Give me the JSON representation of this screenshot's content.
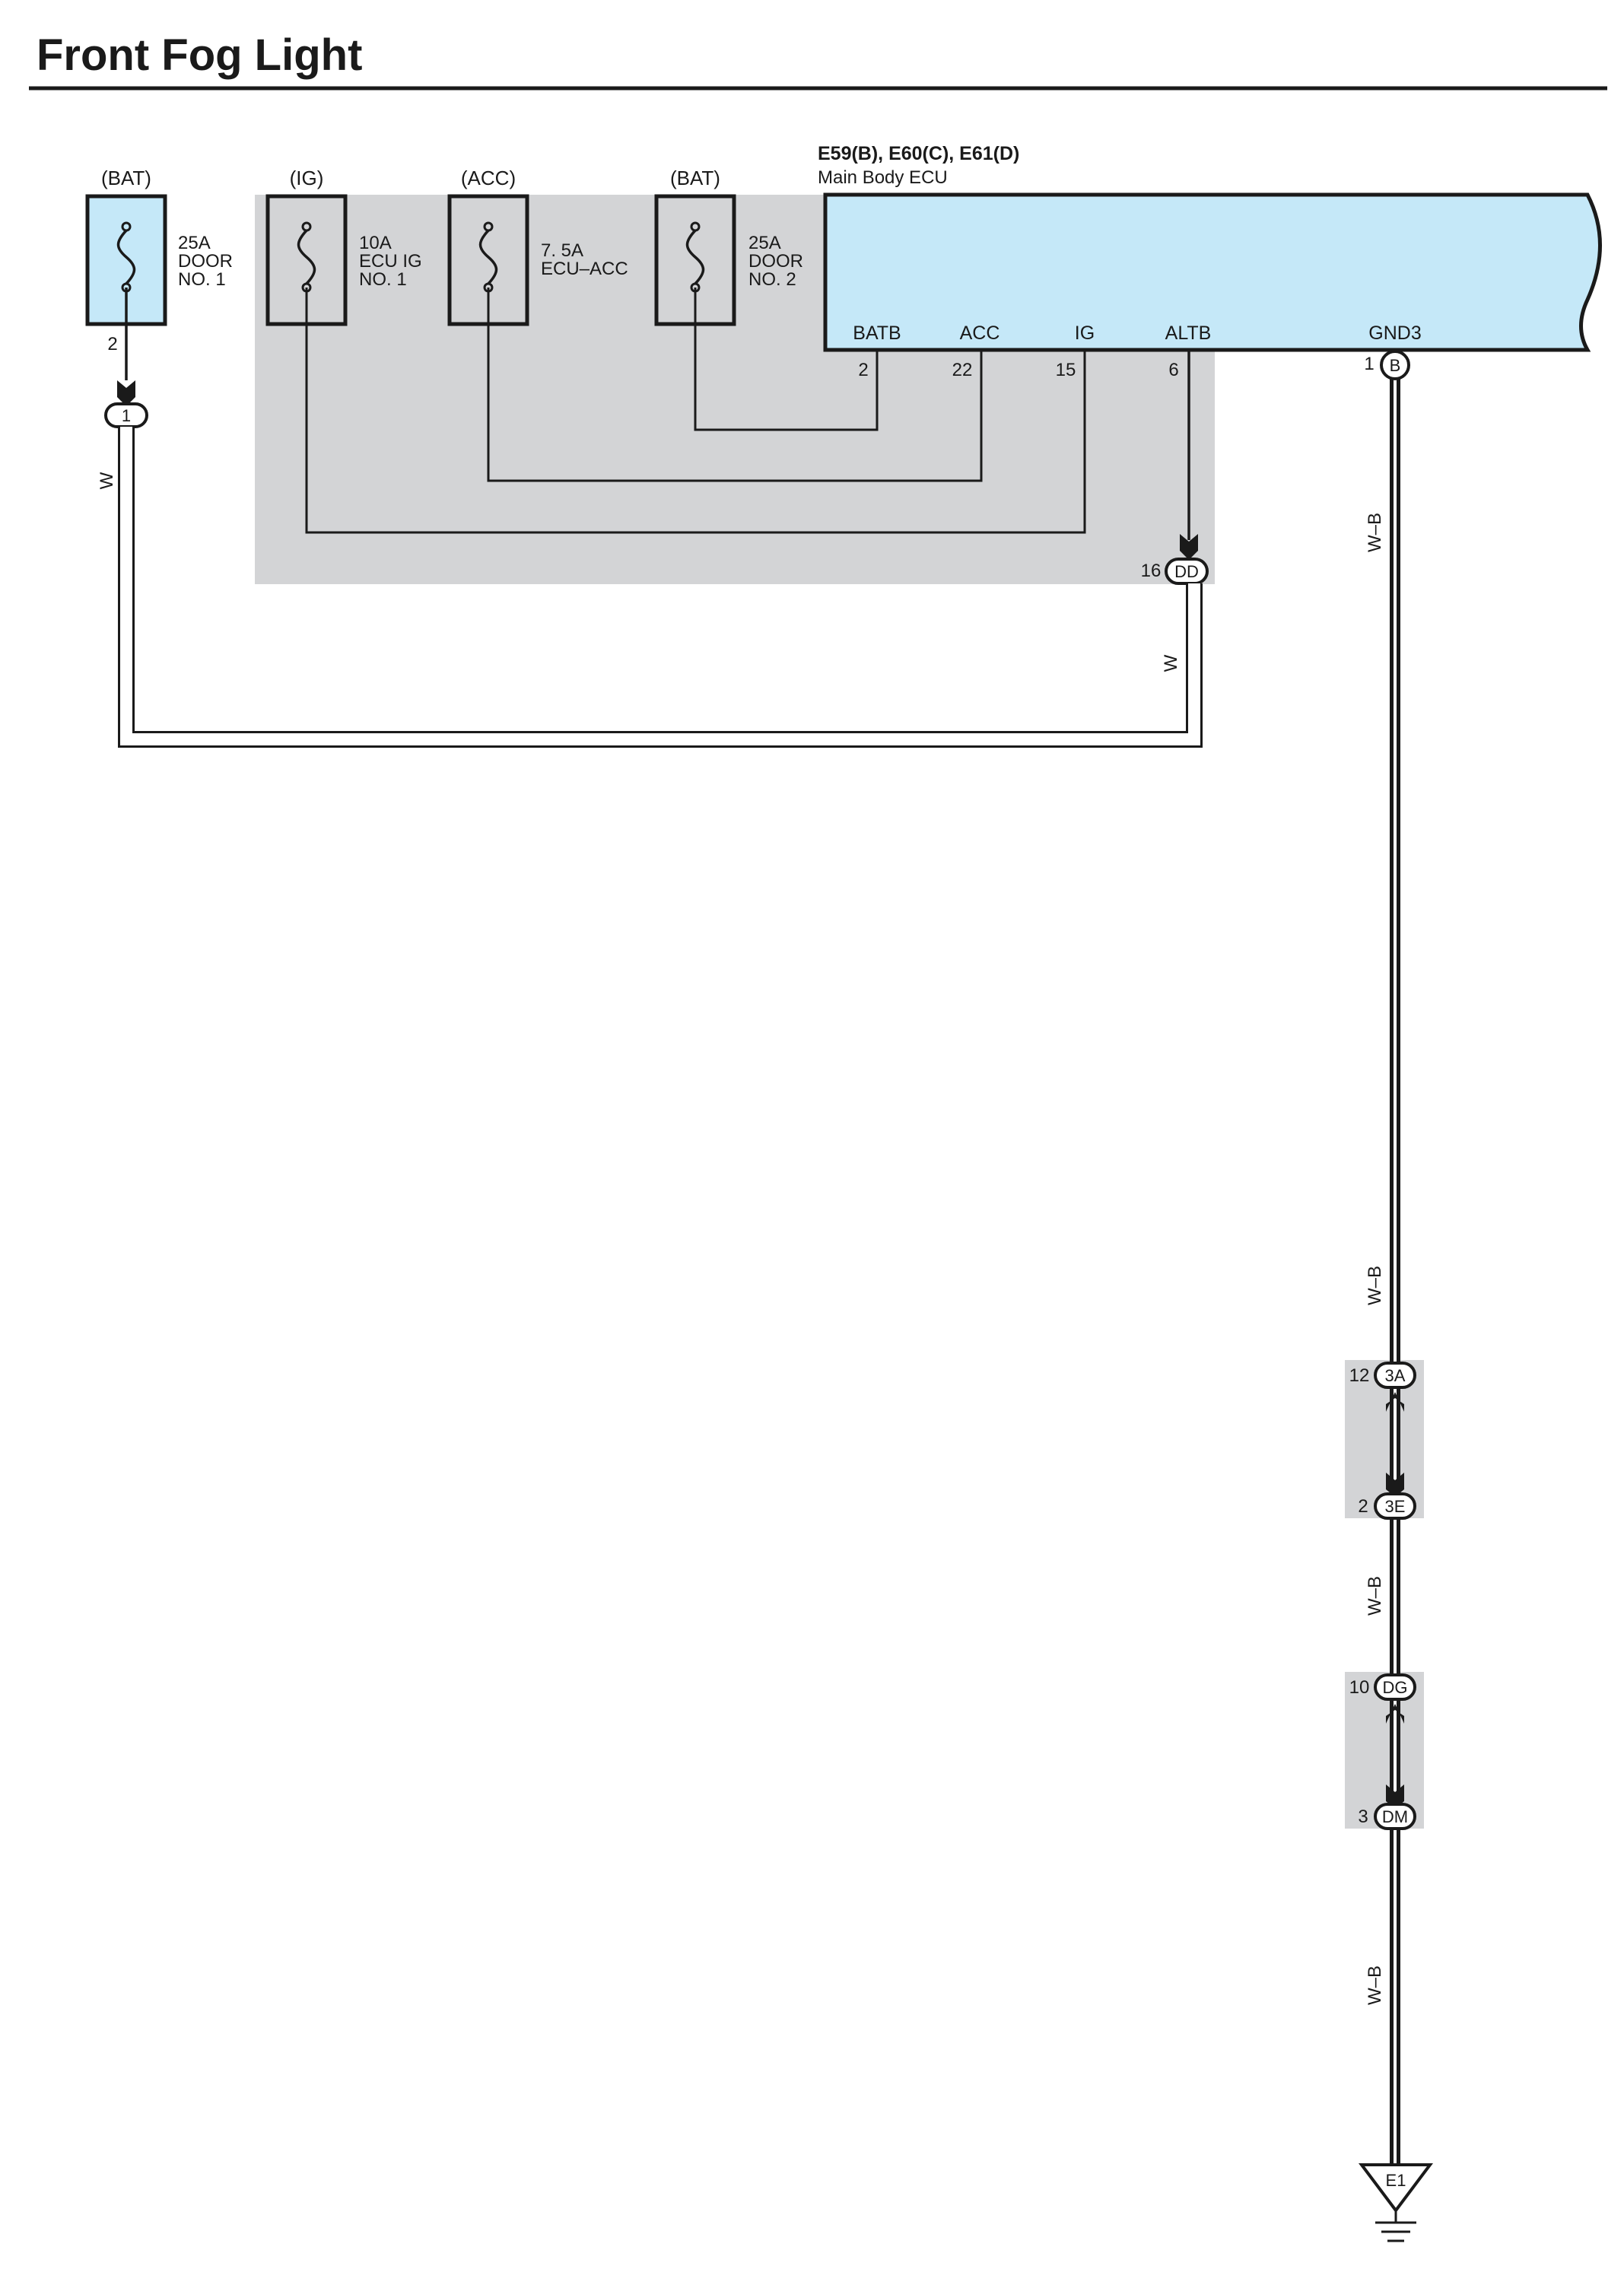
{
  "title": "Front Fog Light",
  "fuses": [
    {
      "power": "(BAT)",
      "label": [
        "25A",
        "DOOR",
        "NO. 1"
      ],
      "pin": "2"
    },
    {
      "power": "(IG)",
      "label": [
        "10A",
        "ECU IG",
        "NO. 1"
      ]
    },
    {
      "power": "(ACC)",
      "label": [
        "7. 5A",
        "ECU–ACC"
      ]
    },
    {
      "power": "(BAT)",
      "label": [
        "25A",
        "DOOR",
        "NO. 2"
      ]
    }
  ],
  "ecu": {
    "id": "E59(B), E60(C), E61(D)",
    "name": "Main Body ECU",
    "terminals": [
      {
        "name": "BATB",
        "pin": "2"
      },
      {
        "name": "ACC",
        "pin": "22"
      },
      {
        "name": "IG",
        "pin": "15"
      },
      {
        "name": "ALTB",
        "pin": "6"
      },
      {
        "name": "GND3",
        "pin": "1"
      }
    ]
  },
  "connectors": {
    "c1": {
      "id": "1"
    },
    "dd": {
      "id": "DD",
      "pin": "16"
    },
    "b": {
      "id": "B",
      "pin": "1"
    },
    "a3": {
      "id": "3A",
      "pin": "12"
    },
    "e3": {
      "id": "3E",
      "pin": "2"
    },
    "dg": {
      "id": "DG",
      "pin": "10"
    },
    "dm": {
      "id": "DM",
      "pin": "3"
    }
  },
  "wire_colors": {
    "w1": "W",
    "w2": "W",
    "wb1": "W–B",
    "wb2": "W–B",
    "wb3": "W–B",
    "wb4": "W–B"
  },
  "ground": {
    "id": "E1"
  },
  "colors": {
    "component_fill": "#c5e8f8",
    "junction_block": "#d3d4d6",
    "wire": "#1a1a1a"
  }
}
